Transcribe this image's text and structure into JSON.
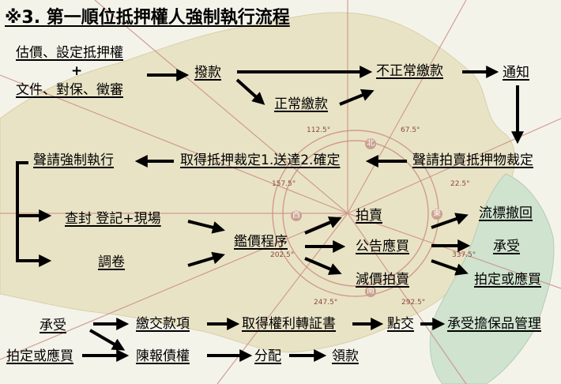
{
  "title": "※3.  第一順位抵押權人強制執行流程",
  "nodes": {
    "valuation": "估價、設定抵押權",
    "plus": "+",
    "docs": "文件、對保、徵審",
    "disburse": "撥款",
    "normal_pay": "正常繳款",
    "abnormal_pay": "不正常繳款",
    "notify": "通知",
    "apply_auction_ruling": "聲請拍賣抵押物裁定",
    "obtain_ruling": "取得抵押裁定1.送達2.確定",
    "apply_enforcement": "聲請強制執行",
    "seal_register": "查封 登記+現場",
    "transfer_file": "調卷",
    "appraisal": "鑑價程序",
    "auction": "拍賣",
    "public_sale": "公告應買",
    "reduced_auction": "減價拍賣",
    "withdraw": "流標撤回",
    "assume": "承受",
    "set_price_buy": "拍定或應買",
    "assume_bottom": "承受",
    "set_price_buy_bottom": "拍定或應買",
    "pay_price": "繳交款項",
    "rights_cert": "取得權利轉証書",
    "handover": "點交",
    "manage_collateral": "承受擔保品管理",
    "report_claim": "陳報債權",
    "distribute": "分配",
    "collect": "領款"
  },
  "compass": {
    "north": "北",
    "south": "南",
    "east": "東",
    "west": "西",
    "deg_north_west": "337.5°",
    "deg_north_east": "22.5°",
    "deg_ene": "67.5°",
    "deg_nne": "112.5°",
    "deg_wnw": "157.5°",
    "deg_ssw": "202.5°",
    "deg_sw": "247.5°",
    "deg_se": "292.5°"
  },
  "colors": {
    "land": "#e9e3c6",
    "sea": "#f4f3ea",
    "taiwan": "#cfe3cf",
    "rays": "#c98a80",
    "arrow": "#000000"
  }
}
